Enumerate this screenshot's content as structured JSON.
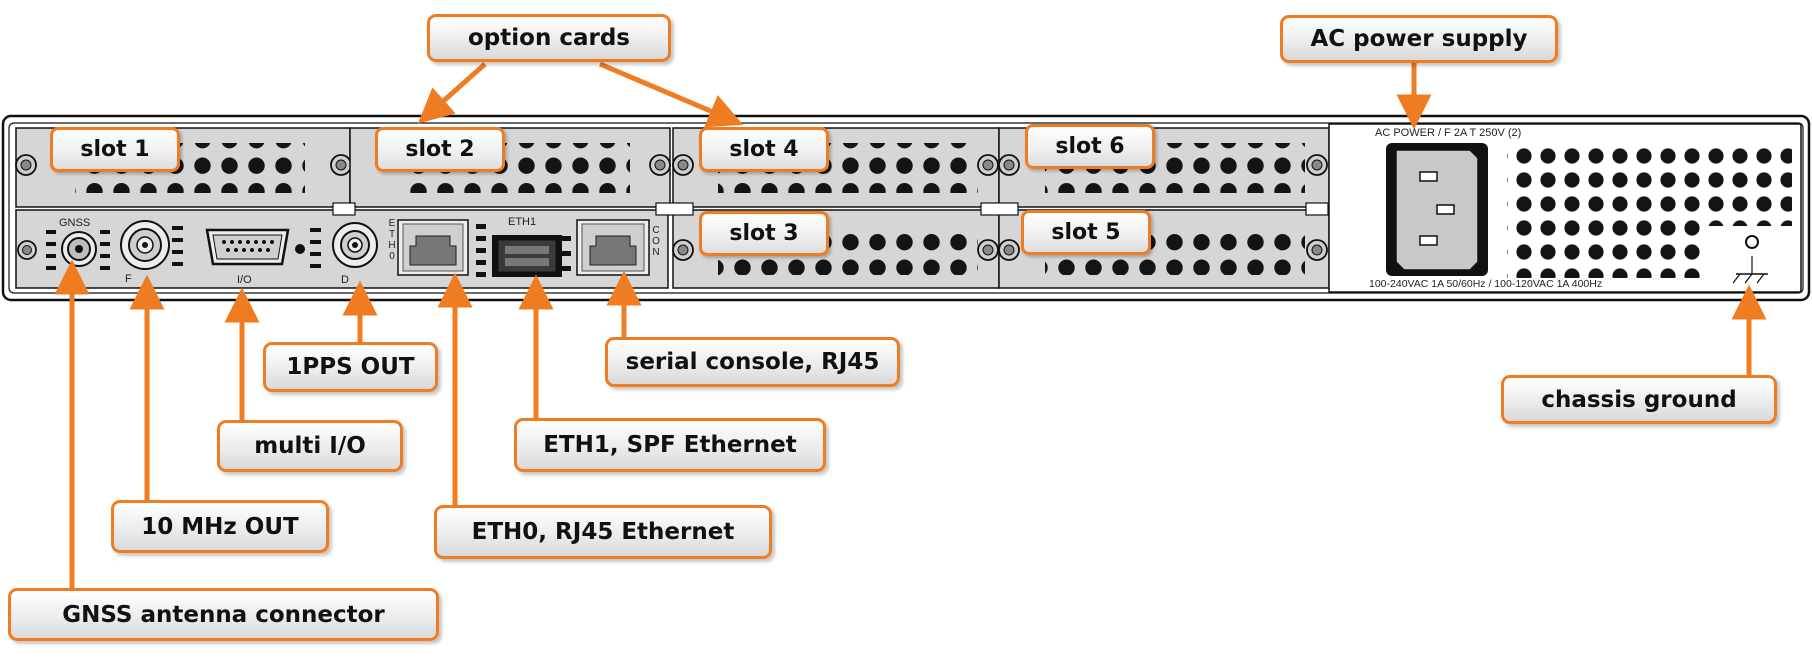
{
  "callouts": {
    "option_cards": "option cards",
    "ac_power_supply": "AC power supply",
    "pps_out": "1PPS OUT",
    "serial_console": "serial console, RJ45",
    "chassis_ground": "chassis ground",
    "multi_io": "multi I/O",
    "eth1": "ETH1, SPF Ethernet",
    "mhz_out": "10 MHz OUT",
    "eth0": "ETH0, RJ45 Ethernet",
    "gnss": "GNSS antenna connector"
  },
  "slots": {
    "slot1": "slot 1",
    "slot2": "slot 2",
    "slot3": "slot 3",
    "slot4": "slot 4",
    "slot5": "slot 5",
    "slot6": "slot 6"
  },
  "panel_text": {
    "gnss": "GNSS",
    "f": "F",
    "io": "I/O",
    "d": "D",
    "eth0": "ETH0",
    "eth1": "ETH1",
    "con": "CON",
    "ac_power": "AC POWER / F 2A T 250V (2)",
    "voltage": "100-240VAC 1A 50/60Hz / 100-120VAC 1A 400Hz"
  },
  "colors": {
    "accent": "#f07c22",
    "panel": "#d8d8d8",
    "chassis": "#ffffff"
  }
}
